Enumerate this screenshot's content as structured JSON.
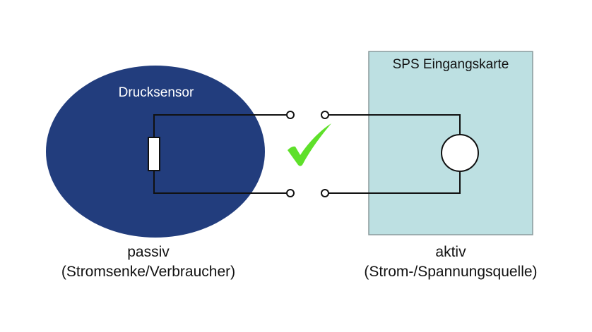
{
  "sensor": {
    "label": "Drucksensor",
    "fill": "#223d7d"
  },
  "card": {
    "label": "SPS Eingangskarte",
    "fill": "#bde0e2",
    "border": "#8a9a9c"
  },
  "check": {
    "icon": "checkmark-icon",
    "color": "#5ee02a"
  },
  "left_caption": {
    "line1": "passiv",
    "line2": "(Stromsenke/Verbraucher)"
  },
  "right_caption": {
    "line1": "aktiv",
    "line2": "(Strom-/Spannungsquelle)"
  }
}
